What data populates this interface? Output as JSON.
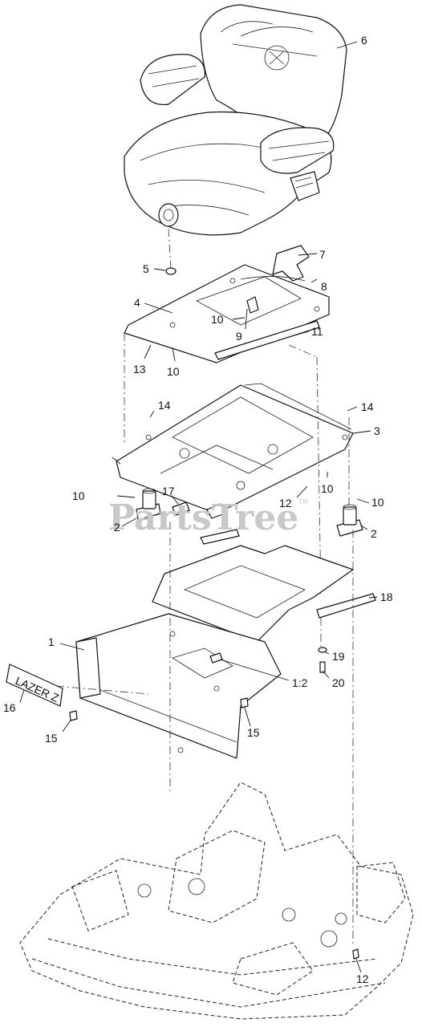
{
  "watermark": {
    "text": "PartsTree",
    "trademark": "TM"
  },
  "decal": {
    "text": "LAZER Z"
  },
  "callouts": [
    {
      "id": "c6",
      "label": "6"
    },
    {
      "id": "c7",
      "label": "7"
    },
    {
      "id": "c5",
      "label": "5"
    },
    {
      "id": "c8",
      "label": "8"
    },
    {
      "id": "c4",
      "label": "4"
    },
    {
      "id": "c10a",
      "label": "10"
    },
    {
      "id": "c9",
      "label": "9"
    },
    {
      "id": "c11",
      "label": "11"
    },
    {
      "id": "c13",
      "label": "13"
    },
    {
      "id": "c10b",
      "label": "10"
    },
    {
      "id": "c14a",
      "label": "14"
    },
    {
      "id": "c14b",
      "label": "14"
    },
    {
      "id": "c3",
      "label": "3"
    },
    {
      "id": "c10c",
      "label": "10"
    },
    {
      "id": "c17",
      "label": "17"
    },
    {
      "id": "c10d",
      "label": "10"
    },
    {
      "id": "c12a",
      "label": "12"
    },
    {
      "id": "c10e",
      "label": "10"
    },
    {
      "id": "c2a",
      "label": "2"
    },
    {
      "id": "c2b",
      "label": "2"
    },
    {
      "id": "c18",
      "label": "18"
    },
    {
      "id": "c1",
      "label": "1"
    },
    {
      "id": "c19",
      "label": "19"
    },
    {
      "id": "c12b",
      "label": "1:2"
    },
    {
      "id": "c20",
      "label": "20"
    },
    {
      "id": "c16",
      "label": "16"
    },
    {
      "id": "c15a",
      "label": "15"
    },
    {
      "id": "c15b",
      "label": "15"
    },
    {
      "id": "c12c",
      "label": "12"
    }
  ]
}
